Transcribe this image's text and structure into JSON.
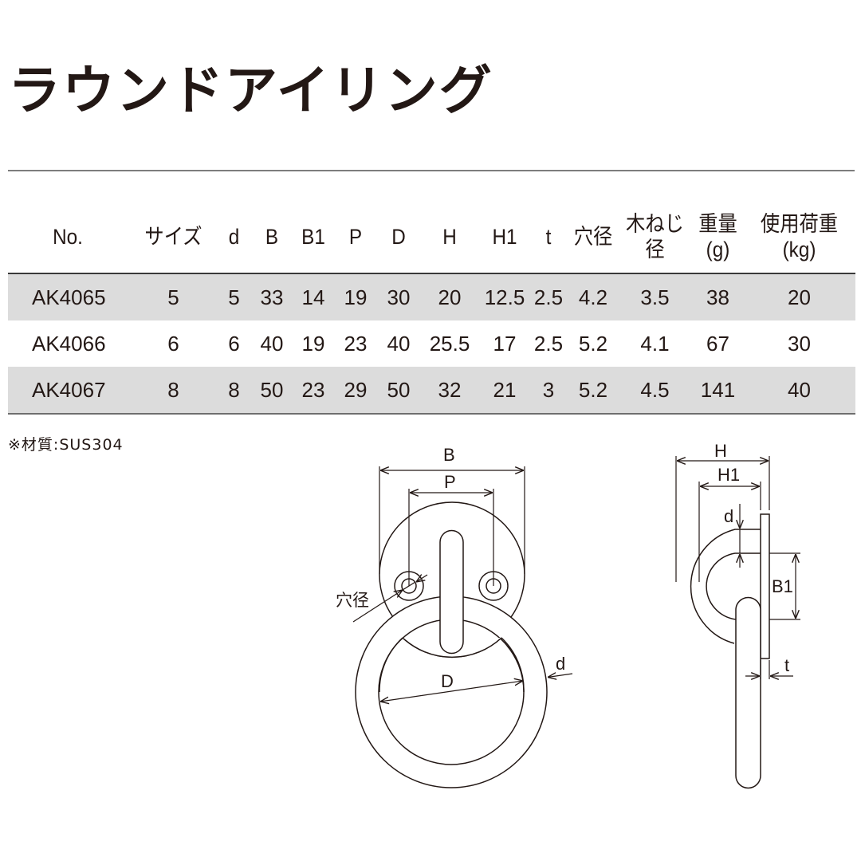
{
  "title": "ラウンドアイリング",
  "table": {
    "headers": [
      {
        "line1": "No.",
        "line2": ""
      },
      {
        "line1": "サイズ",
        "line2": ""
      },
      {
        "line1": "d",
        "line2": ""
      },
      {
        "line1": "B",
        "line2": ""
      },
      {
        "line1": "B1",
        "line2": ""
      },
      {
        "line1": "P",
        "line2": ""
      },
      {
        "line1": "D",
        "line2": ""
      },
      {
        "line1": "H",
        "line2": ""
      },
      {
        "line1": "H1",
        "line2": ""
      },
      {
        "line1": "t",
        "line2": ""
      },
      {
        "line1": "穴径",
        "line2": ""
      },
      {
        "line1": "木ねじ",
        "line2": "径"
      },
      {
        "line1": "重量",
        "line2": "(g)"
      },
      {
        "line1": "使用荷重",
        "line2": "(kg)"
      }
    ],
    "rows": [
      {
        "model": "AK4065",
        "size": "5",
        "d": "5",
        "B": "33",
        "B1": "14",
        "P": "19",
        "D": "30",
        "H": "20",
        "H1": "12.5",
        "t": "2.5",
        "hole_dia": "4.2",
        "screw_dia": "3.5",
        "weight_g": "38",
        "load_kg": "20"
      },
      {
        "model": "AK4066",
        "size": "6",
        "d": "6",
        "B": "40",
        "B1": "19",
        "P": "23",
        "D": "40",
        "H": "25.5",
        "H1": "17",
        "t": "2.5",
        "hole_dia": "5.2",
        "screw_dia": "4.1",
        "weight_g": "67",
        "load_kg": "30"
      },
      {
        "model": "AK4067",
        "size": "8",
        "d": "8",
        "B": "50",
        "B1": "23",
        "P": "29",
        "D": "50",
        "H": "32",
        "H1": "21",
        "t": "3",
        "hole_dia": "5.2",
        "screw_dia": "4.5",
        "weight_g": "141",
        "load_kg": "40"
      }
    ],
    "row_shade_color": "#dcdcdc"
  },
  "note": "※材質:SUS304",
  "diagram": {
    "front_view": {
      "labels": {
        "B": "B",
        "P": "P",
        "D": "D",
        "d": "d",
        "hole_dia": "穴径"
      }
    },
    "side_view": {
      "labels": {
        "H": "H",
        "H1": "H1",
        "d": "d",
        "B1": "B1",
        "t": "t"
      }
    },
    "line_color": "#231815"
  }
}
